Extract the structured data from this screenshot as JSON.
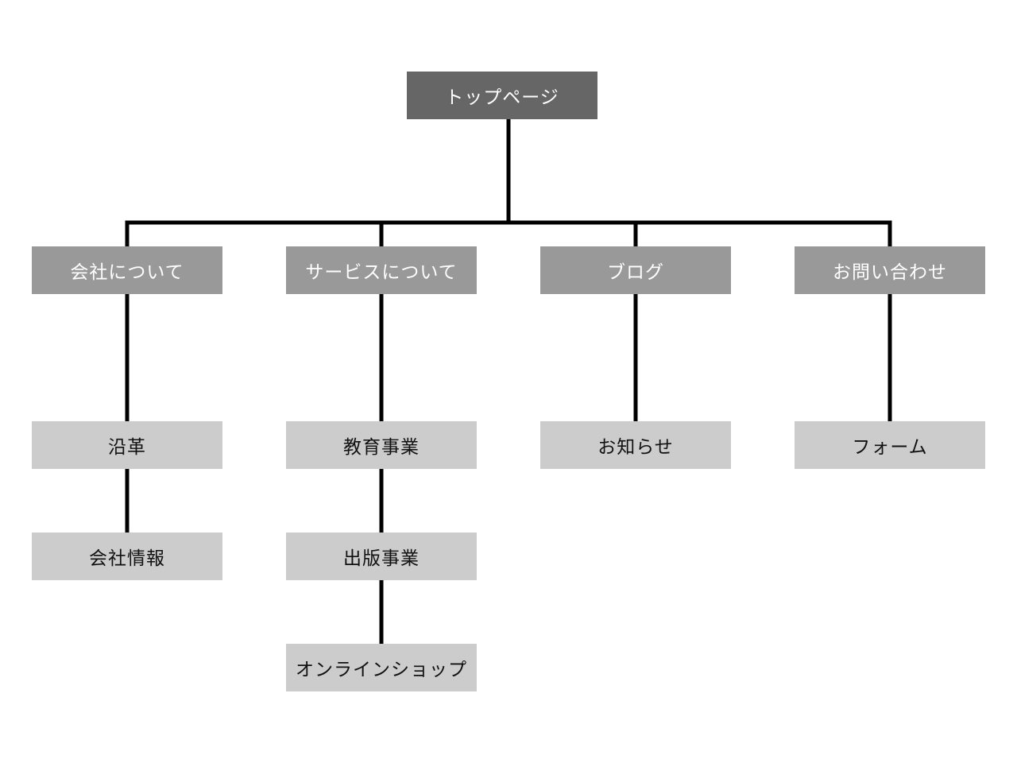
{
  "sitemap": {
    "top": {
      "label": "トップページ"
    },
    "sections": [
      {
        "label": "会社について",
        "children": [
          "沿革",
          "会社情報"
        ]
      },
      {
        "label": "サービスについて",
        "children": [
          "教育事業",
          "出版事業",
          "オンラインショップ"
        ]
      },
      {
        "label": "ブログ",
        "children": [
          "お知らせ"
        ]
      },
      {
        "label": "お問い合わせ",
        "children": [
          "フォーム"
        ]
      }
    ]
  },
  "colors": {
    "top": "#666666",
    "section": "#999999",
    "page": "#cccccc",
    "line": "#000000"
  }
}
